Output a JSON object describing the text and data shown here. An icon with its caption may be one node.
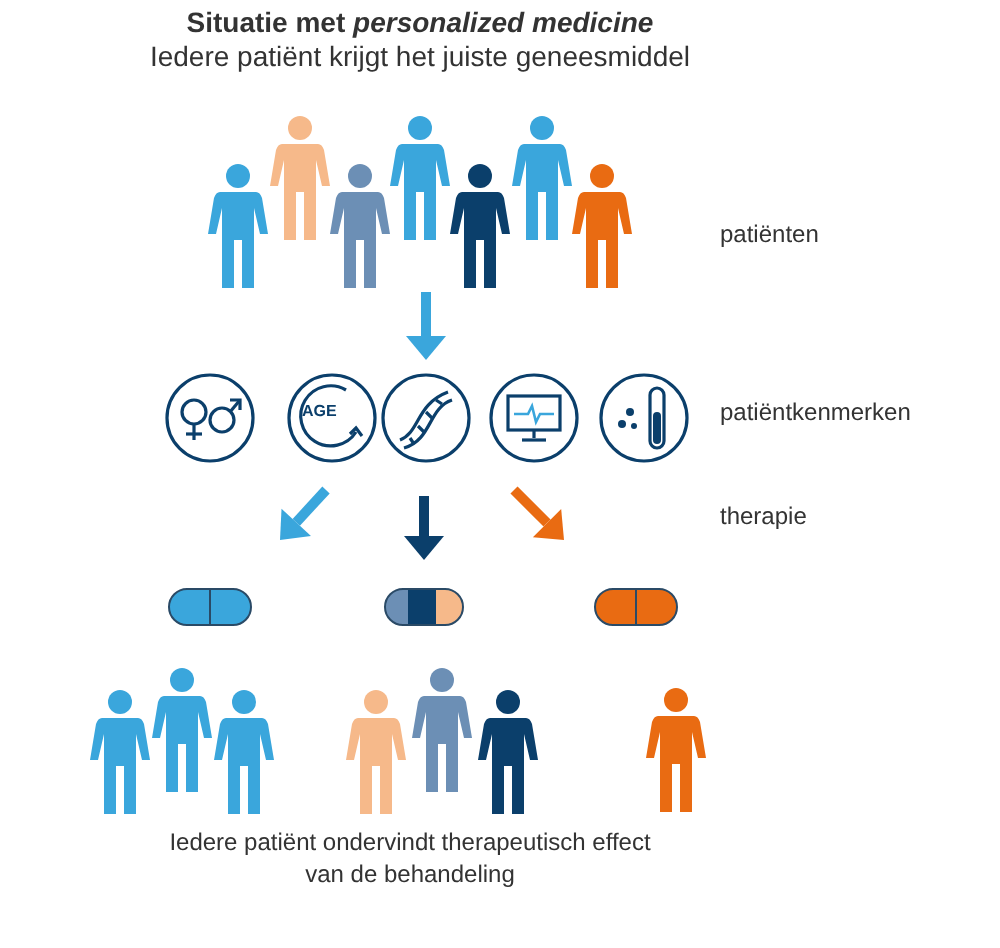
{
  "diagram": {
    "title": "Situatie met *personalized medicine*",
    "labels": [
      "Iedere patiënt krijgt het juiste geneesmiddel",
      "patiënten",
      "AGE",
      "patiëntkenmerken",
      "therapie",
      "Iedere patiënt ondervindt therapeutisch effect van de behandeling"
    ]
  }
}
